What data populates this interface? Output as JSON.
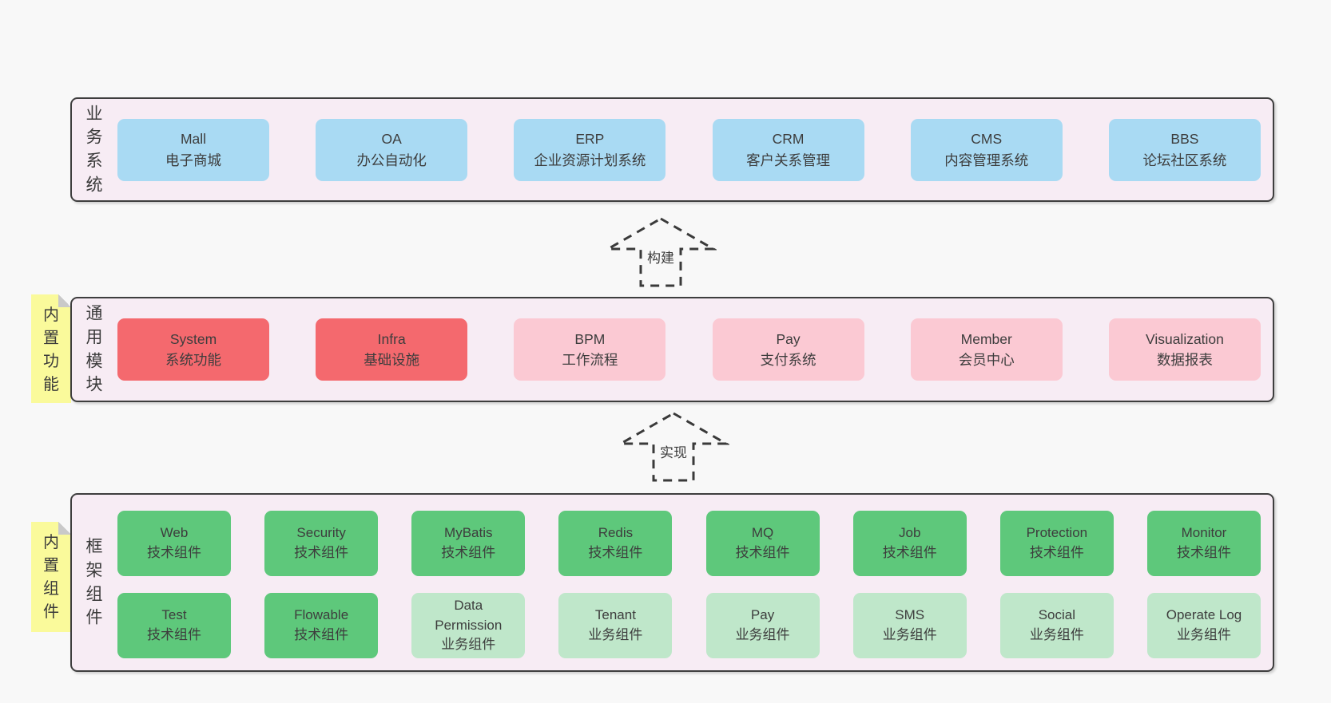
{
  "colors": {
    "page_bg": "#f8f8f8",
    "panel_bg": "#f7ecf4",
    "panel_border": "#3e3e3e",
    "box_blue": "#a9daf3",
    "box_red": "#f4696e",
    "box_pink": "#fbc9d3",
    "box_green": "#5ec87b",
    "box_light_green": "#bfe7ca",
    "note_yellow": "#fafa9b",
    "note_fold_gray": "#c9c9c9",
    "text": "#3d3d3d"
  },
  "arrows": [
    {
      "label": "构建"
    },
    {
      "label": "实现"
    }
  ],
  "layers": [
    {
      "label": "业务系统",
      "boxes": [
        {
          "title": "Mall",
          "subtitle": "电子商城",
          "variant": "blue"
        },
        {
          "title": "OA",
          "subtitle": "办公自动化",
          "variant": "blue"
        },
        {
          "title": "ERP",
          "subtitle": "企业资源计划系统",
          "variant": "blue"
        },
        {
          "title": "CRM",
          "subtitle": "客户关系管理",
          "variant": "blue"
        },
        {
          "title": "CMS",
          "subtitle": "内容管理系统",
          "variant": "blue"
        },
        {
          "title": "BBS",
          "subtitle": "论坛社区系统",
          "variant": "blue"
        }
      ]
    },
    {
      "label": "通用模块",
      "note": "内置功能",
      "boxes": [
        {
          "title": "System",
          "subtitle": "系统功能",
          "variant": "red"
        },
        {
          "title": "Infra",
          "subtitle": "基础设施",
          "variant": "red"
        },
        {
          "title": "BPM",
          "subtitle": "工作流程",
          "variant": "pink"
        },
        {
          "title": "Pay",
          "subtitle": "支付系统",
          "variant": "pink"
        },
        {
          "title": "Member",
          "subtitle": "会员中心",
          "variant": "pink"
        },
        {
          "title": "Visualization",
          "subtitle": "数据报表",
          "variant": "pink"
        }
      ]
    },
    {
      "label": "框架组件",
      "note": "内置组件",
      "rows": [
        [
          {
            "title": "Web",
            "subtitle": "技术组件",
            "variant": "green"
          },
          {
            "title": "Security",
            "subtitle": "技术组件",
            "variant": "green"
          },
          {
            "title": "MyBatis",
            "subtitle": "技术组件",
            "variant": "green"
          },
          {
            "title": "Redis",
            "subtitle": "技术组件",
            "variant": "green"
          },
          {
            "title": "MQ",
            "subtitle": "技术组件",
            "variant": "green"
          },
          {
            "title": "Job",
            "subtitle": "技术组件",
            "variant": "green"
          },
          {
            "title": "Protection",
            "subtitle": "技术组件",
            "variant": "green"
          },
          {
            "title": "Monitor",
            "subtitle": "技术组件",
            "variant": "green"
          }
        ],
        [
          {
            "title": "Test",
            "subtitle": "技术组件",
            "variant": "green"
          },
          {
            "title": "Flowable",
            "subtitle": "技术组件",
            "variant": "green"
          },
          {
            "title": "Data Permission",
            "subtitle": "业务组件",
            "variant": "lightgreen"
          },
          {
            "title": "Tenant",
            "subtitle": "业务组件",
            "variant": "lightgreen"
          },
          {
            "title": "Pay",
            "subtitle": "业务组件",
            "variant": "lightgreen"
          },
          {
            "title": "SMS",
            "subtitle": "业务组件",
            "variant": "lightgreen"
          },
          {
            "title": "Social",
            "subtitle": "业务组件",
            "variant": "lightgreen"
          },
          {
            "title": "Operate Log",
            "subtitle": "业务组件",
            "variant": "lightgreen"
          }
        ]
      ]
    }
  ]
}
